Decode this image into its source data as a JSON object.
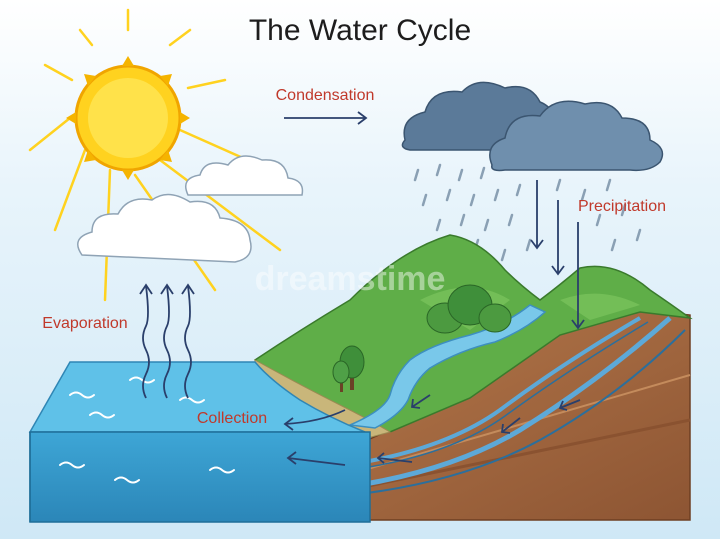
{
  "diagram": {
    "title": "The Water Cycle",
    "labels": {
      "condensation": "Condensation",
      "precipitation": "Precipitation",
      "evaporation": "Evaporation",
      "collection": "Collection"
    },
    "watermark": "dreamstime",
    "colors": {
      "label_text": "#c0392b",
      "arrow": "#2a3f6b",
      "sun": "#ffd21f",
      "water": "#4fb7e3",
      "hill": "#5fae48",
      "soil": "#a0643d",
      "storm_cloud": "#5b7a99"
    }
  }
}
